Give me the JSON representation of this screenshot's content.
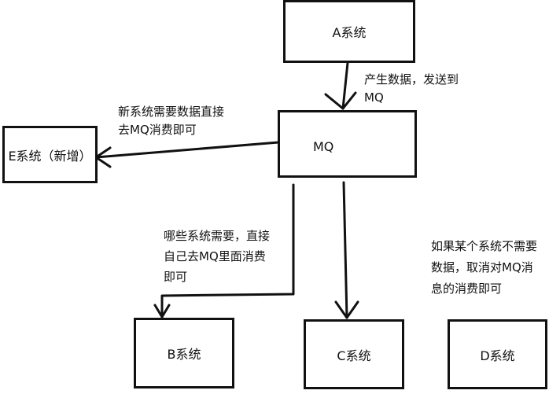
{
  "nodes": {
    "a": "A系统",
    "mq": "MQ",
    "e": "E系统（新增）",
    "b": "B系统",
    "c": "C系统",
    "d": "D系统"
  },
  "annotations": {
    "a_to_mq": [
      "产生数据，发送到",
      "MQ"
    ],
    "new_system": [
      "新系统需要数据直接",
      "去MQ消费即可"
    ],
    "need_system": [
      "哪些系统需要，直接",
      "自己去MQ里面消费",
      "即可"
    ],
    "not_need": [
      "如果某个系统不需要",
      "数据，取消对MQ消",
      "息的消费即可"
    ]
  },
  "colors": {
    "stroke": "#111111",
    "background": "#ffffff"
  }
}
